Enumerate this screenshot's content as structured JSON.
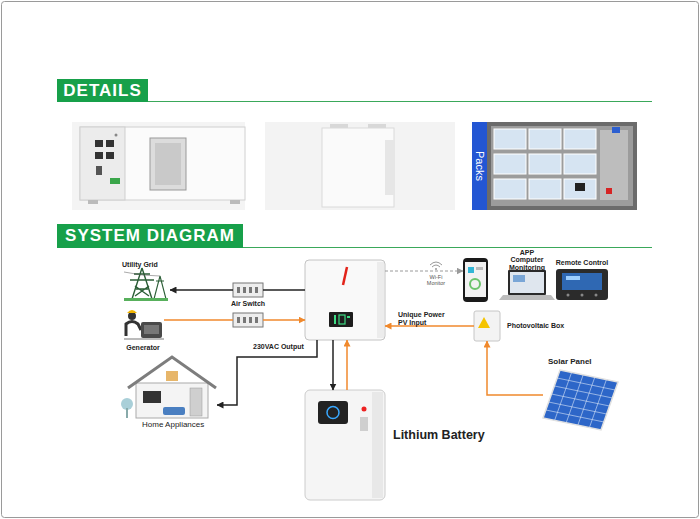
{
  "diagram": {
    "nodes": [
      {
        "text": [
          "DETAILS"
        ]
      },
      {
        "text": [
          "Packs"
        ]
      },
      {
        "text": [
          "SYSTEM DIAGRAM"
        ]
      },
      {
        "text": [
          "Utility Grid"
        ]
      },
      {
        "text": []
      },
      {
        "text": [
          "Air Switch"
        ]
      },
      {
        "text": [
          "APP"
        ]
      },
      {
        "text": [
          "Computer Monitoring"
        ]
      },
      {
        "text": [
          "Remote Control"
        ]
      },
      {
        "text": [
          "Generator"
        ]
      },
      {
        "text": []
      },
      {
        "text": [
          "Photovoltaic Box"
        ]
      },
      {
        "text": [
          "Solar Panel"
        ]
      },
      {
        "text": [
          "Home Appliances"
        ]
      },
      {
        "text": [
          "Lithium Battery"
        ]
      }
    ],
    "edges": [
      {
        "from": 4,
        "to": 5,
        "arrow": "none"
      },
      {
        "from": 5,
        "to": 3,
        "arrow": "to"
      },
      {
        "from": 9,
        "to": 10,
        "arrow": "none"
      },
      {
        "from": 10,
        "to": 4,
        "arrow": "to"
      },
      {
        "from": 4,
        "to": 13,
        "label": "230VAC Output",
        "arrow": "to"
      },
      {
        "from": 4,
        "to": 14,
        "arrow": "to"
      },
      {
        "from": 14,
        "to": 4,
        "arrow": "to"
      },
      {
        "from": 4,
        "to": 6,
        "label": "Wi-Fi Monitor",
        "arrow": "to"
      },
      {
        "from": 11,
        "to": 4,
        "label": "Unique Power PV Input",
        "arrow": "to"
      },
      {
        "from": 12,
        "to": 11,
        "arrow": "to"
      }
    ]
  }
}
